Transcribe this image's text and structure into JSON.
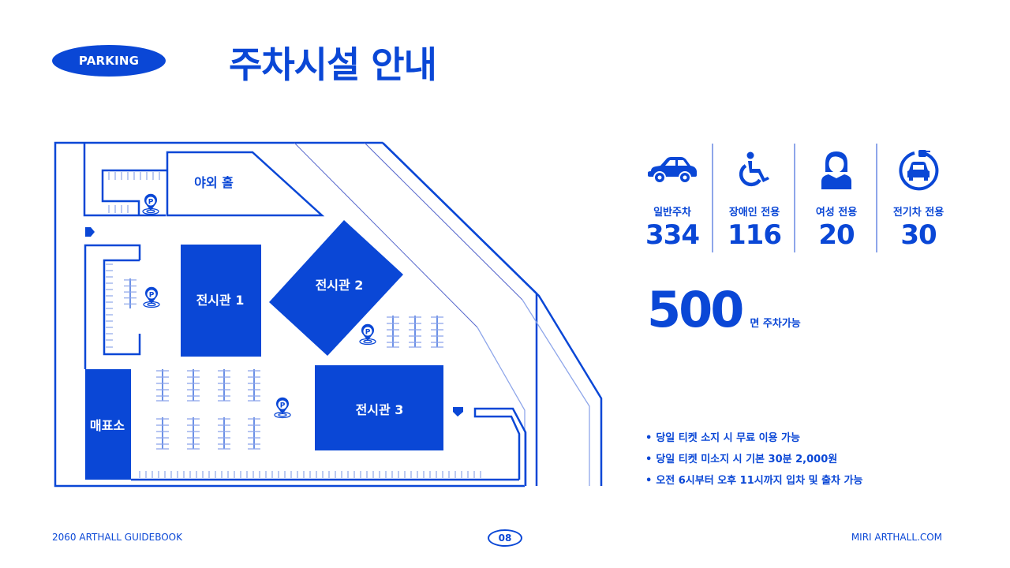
{
  "header": {
    "badge": "PARKING",
    "title": "주차시설 안내"
  },
  "map": {
    "buildings": {
      "outdoor_hall": "야외 홀",
      "hall1": "전시관 1",
      "hall2": "전시관 2",
      "hall3": "전시관 3",
      "ticket_office": "매표소"
    },
    "parking_marker": "P"
  },
  "stats": [
    {
      "icon": "car-icon",
      "label": "일반주차",
      "value": "334"
    },
    {
      "icon": "wheelchair-icon",
      "label": "장애인 전용",
      "value": "116"
    },
    {
      "icon": "woman-icon",
      "label": "여성 전용",
      "value": "20"
    },
    {
      "icon": "ev-charging-icon",
      "label": "전기차 전용",
      "value": "30"
    }
  ],
  "total": {
    "value": "500",
    "unit": "면 주차가능"
  },
  "notes": [
    "당일 티켓 소지 시 무료 이용 가능",
    "당일 티켓 미소지 시 기본 30분 2,000원",
    "오전 6시부터 오후 11시까지 입차 및 출차 가능"
  ],
  "footer": {
    "left": "2060 ARTHALL GUIDEBOOK",
    "page": "08",
    "right": "MIRI ARTHALL.COM"
  },
  "colors": {
    "primary": "#0a47d6",
    "light_line": "#8ea6ea",
    "background": "#ffffff"
  }
}
